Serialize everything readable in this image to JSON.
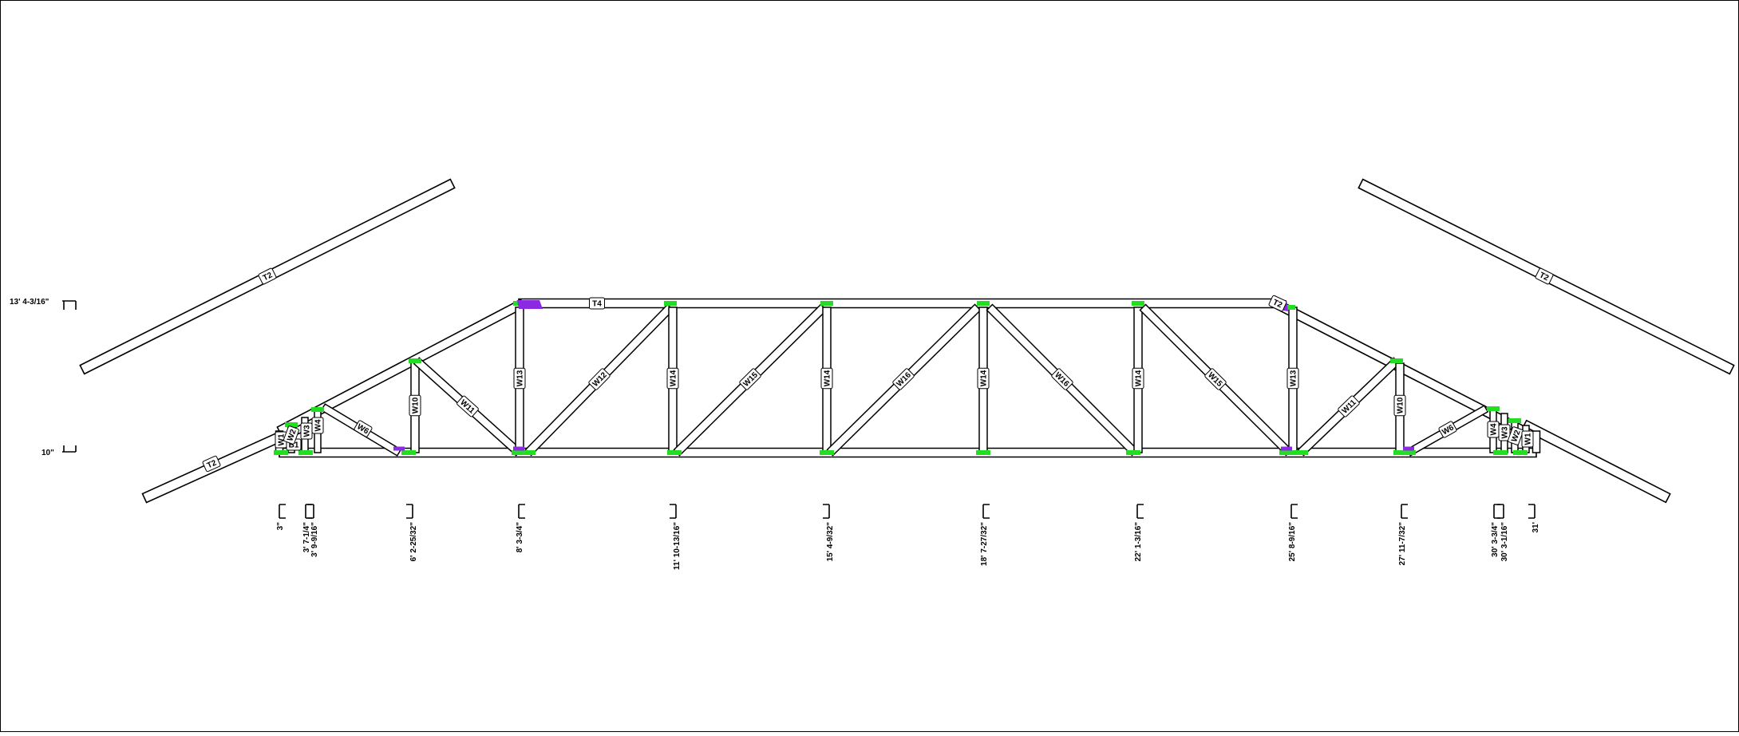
{
  "colors": {
    "line": "#000000",
    "background": "#ffffff",
    "plate_green": "#22dd22",
    "plate_purple": "#8a2be2"
  },
  "height_marks": [
    {
      "label": "13' 4-3/16\""
    },
    {
      "label": "10\""
    }
  ],
  "member_labels": {
    "overhang_left_upper": "T2",
    "overhang_left_lower": "T2",
    "overhang_right_upper": "T2",
    "top_chord_mid": "T4",
    "top_chord_right": "T2",
    "left_end_webs": [
      "W1",
      "W2",
      "W3",
      "B1",
      "W4"
    ],
    "left_diag_w6": "W6",
    "left_vert_w10": "W10",
    "left_diag_w11": "W11",
    "left_vert_w13": "W13",
    "left_diag_w12": "W12",
    "mid_vert_1": "W14",
    "mid_diag_1": "W15",
    "mid_vert_2": "W14",
    "mid_diag_2": "W16",
    "center_vert": "W14",
    "mid_diag_3": "W16",
    "mid_vert_3": "W14",
    "mid_diag_4": "W15",
    "right_vert_w13": "W13",
    "right_diag_w11": "W11",
    "right_vert_w10": "W10",
    "right_diag_w6": "W6",
    "right_end_webs": [
      "W4",
      "W3",
      "W2",
      "W1"
    ]
  },
  "panel_dimensions": [
    {
      "label": "3\""
    },
    {
      "label": "3' 7-1/4\""
    },
    {
      "label": "3' 9-9/16\""
    },
    {
      "label": "6' 2-25/32\""
    },
    {
      "label": "8' 3-3/4\""
    },
    {
      "label": "11' 10-13/16\""
    },
    {
      "label": "15' 4-9/32\""
    },
    {
      "label": "18' 7-27/32\""
    },
    {
      "label": "22' 1-3/16\""
    },
    {
      "label": "25' 8-9/16\""
    },
    {
      "label": "27' 11-7/32\""
    },
    {
      "label": "30' 3-3/4\""
    },
    {
      "label": "30' 3-1/16\""
    },
    {
      "label": "31'"
    }
  ]
}
